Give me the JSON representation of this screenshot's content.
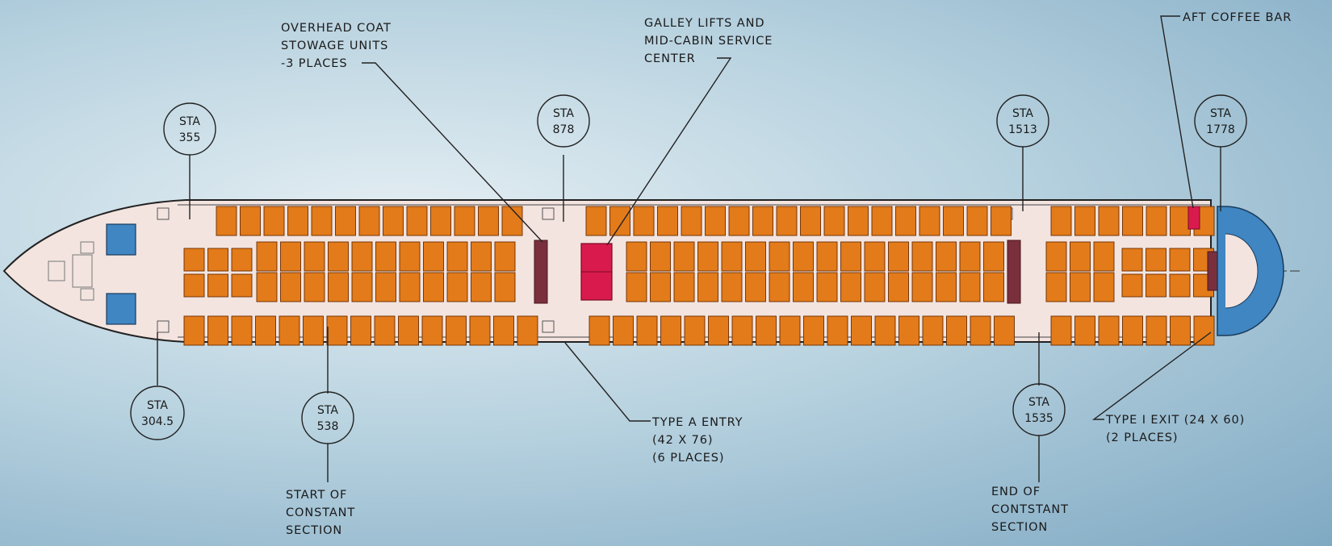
{
  "callouts": {
    "coat_stowage": [
      "OVERHEAD COAT",
      "STOWAGE UNITS",
      "-3 PLACES"
    ],
    "galley": [
      "GALLEY LIFTS AND",
      "MID-CABIN SERVICE",
      "CENTER"
    ],
    "coffee_bar": [
      "AFT COFFEE BAR"
    ],
    "type_a": [
      "TYPE A ENTRY",
      "(42 X 76)",
      "(6 PLACES)"
    ],
    "type_i": [
      "TYPE I EXIT (24 X 60)",
      "(2 PLACES)"
    ],
    "start_constant": [
      "START OF",
      "CONSTANT",
      "SECTION"
    ],
    "end_constant": [
      "END OF",
      "CONTSTANT",
      "SECTION"
    ]
  },
  "stations": {
    "s355": [
      "STA",
      "355"
    ],
    "s878": [
      "STA",
      "878"
    ],
    "s1513": [
      "STA",
      "1513"
    ],
    "s1778": [
      "STA",
      "1778"
    ],
    "s3045": [
      "STA",
      "304.5"
    ],
    "s538": [
      "STA",
      "538"
    ],
    "s1535": [
      "STA",
      "1535"
    ]
  },
  "colors": {
    "seat": "#e37b1a",
    "galley": "#d81b4c",
    "lavatory": "#3f86c2",
    "fuselage_floor": "#f3e4df",
    "stowage": "#7a2f3c"
  }
}
